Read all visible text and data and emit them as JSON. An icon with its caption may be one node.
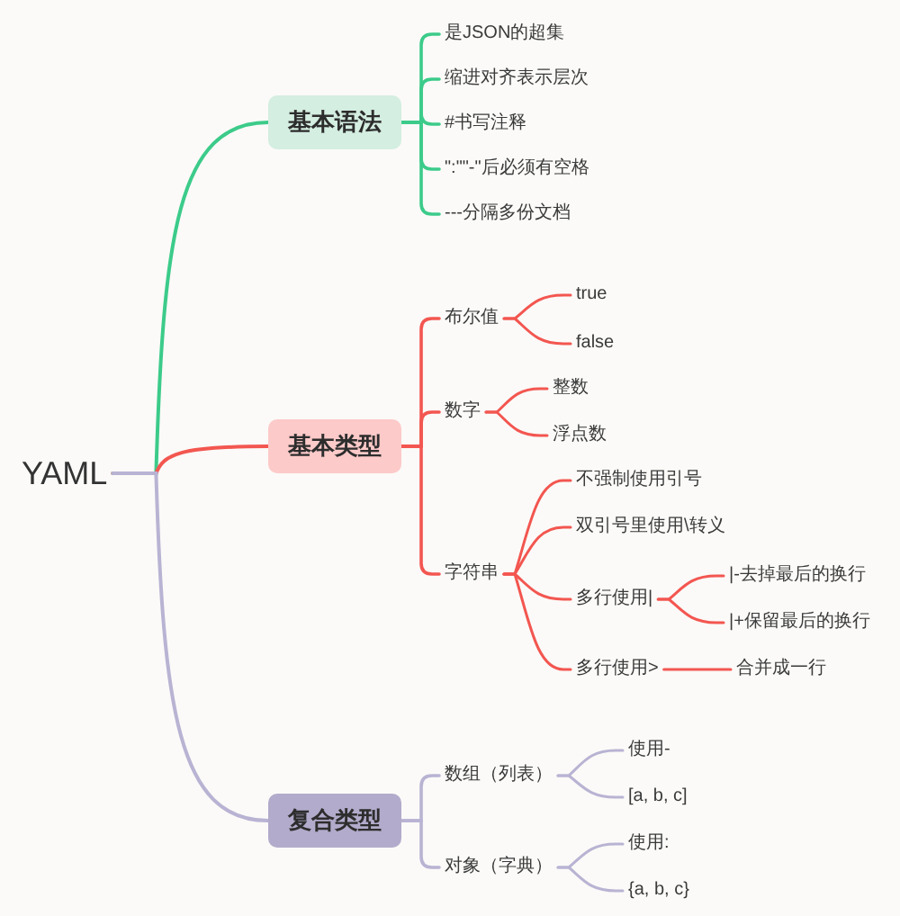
{
  "diagram": {
    "nodes": [
      {
        "text": [
          "YAML"
        ]
      },
      {
        "text": [
          "基本语法"
        ]
      },
      {
        "text": [
          "是JSON的超集"
        ]
      },
      {
        "text": [
          "缩进对齐表示层次"
        ]
      },
      {
        "text": [
          "#书写注释"
        ]
      },
      {
        "text": [
          "\":\"\"-\"后必须有空格"
        ]
      },
      {
        "text": [
          "---分隔多份文档"
        ]
      },
      {
        "text": [
          "基本类型"
        ]
      },
      {
        "text": [
          "布尔值"
        ]
      },
      {
        "text": [
          "true"
        ]
      },
      {
        "text": [
          "false"
        ]
      },
      {
        "text": [
          "数字"
        ]
      },
      {
        "text": [
          "整数"
        ]
      },
      {
        "text": [
          "浮点数"
        ]
      },
      {
        "text": [
          "字符串"
        ]
      },
      {
        "text": [
          "不强制使用引号"
        ]
      },
      {
        "text": [
          "双引号里使用\\转义"
        ]
      },
      {
        "text": [
          "多行使用|"
        ]
      },
      {
        "text": [
          "|-去掉最后的换行"
        ]
      },
      {
        "text": [
          "|+保留最后的换行"
        ]
      },
      {
        "text": [
          "多行使用>"
        ]
      },
      {
        "text": [
          "合并成一行"
        ]
      },
      {
        "text": [
          "复合类型"
        ]
      },
      {
        "text": [
          "数组（列表）"
        ]
      },
      {
        "text": [
          "使用-"
        ]
      },
      {
        "text": [
          "[a, b, c]"
        ]
      },
      {
        "text": [
          "对象（字典）"
        ]
      },
      {
        "text": [
          "使用:"
        ]
      },
      {
        "text": [
          "{a, b, c}"
        ]
      }
    ],
    "edges": [
      {
        "from": 0,
        "to": 1,
        "arrow": "none",
        "color": "#3ccb8a"
      },
      {
        "from": 1,
        "to": 2,
        "arrow": "none",
        "color": "#3ccb8a"
      },
      {
        "from": 1,
        "to": 3,
        "arrow": "none",
        "color": "#3ccb8a"
      },
      {
        "from": 1,
        "to": 4,
        "arrow": "none",
        "color": "#3ccb8a"
      },
      {
        "from": 1,
        "to": 5,
        "arrow": "none",
        "color": "#3ccb8a"
      },
      {
        "from": 1,
        "to": 6,
        "arrow": "none",
        "color": "#3ccb8a"
      },
      {
        "from": 0,
        "to": 7,
        "arrow": "none"
      },
      {
        "from": 7,
        "to": 8,
        "arrow": "none"
      },
      {
        "from": 8,
        "to": 9,
        "arrow": "none"
      },
      {
        "from": 8,
        "to": 10,
        "arrow": "none"
      },
      {
        "from": 7,
        "to": 11,
        "arrow": "none"
      },
      {
        "from": 11,
        "to": 12,
        "arrow": "none"
      },
      {
        "from": 11,
        "to": 13,
        "arrow": "none"
      },
      {
        "from": 7,
        "to": 14,
        "arrow": "none"
      },
      {
        "from": 14,
        "to": 15,
        "arrow": "none"
      },
      {
        "from": 14,
        "to": 16,
        "arrow": "none"
      },
      {
        "from": 14,
        "to": 17,
        "arrow": "none"
      },
      {
        "from": 17,
        "to": 18,
        "arrow": "none"
      },
      {
        "from": 17,
        "to": 19,
        "arrow": "none"
      },
      {
        "from": 14,
        "to": 20,
        "arrow": "none"
      },
      {
        "from": 20,
        "to": 21,
        "arrow": "none"
      },
      {
        "from": 0,
        "to": 22,
        "arrow": "none",
        "color": "#b9b3d3"
      },
      {
        "from": 22,
        "to": 23,
        "arrow": "none",
        "color": "#b9b3d3"
      },
      {
        "from": 23,
        "to": 24,
        "arrow": "none",
        "color": "#b9b3d3"
      },
      {
        "from": 23,
        "to": 25,
        "arrow": "none",
        "color": "#b9b3d3"
      },
      {
        "from": 22,
        "to": 26,
        "arrow": "none",
        "color": "#b9b3d3"
      },
      {
        "from": 26,
        "to": 27,
        "arrow": "none",
        "color": "#b9b3d3"
      },
      {
        "from": 26,
        "to": 28,
        "arrow": "none",
        "color": "#b9b3d3"
      }
    ]
  }
}
